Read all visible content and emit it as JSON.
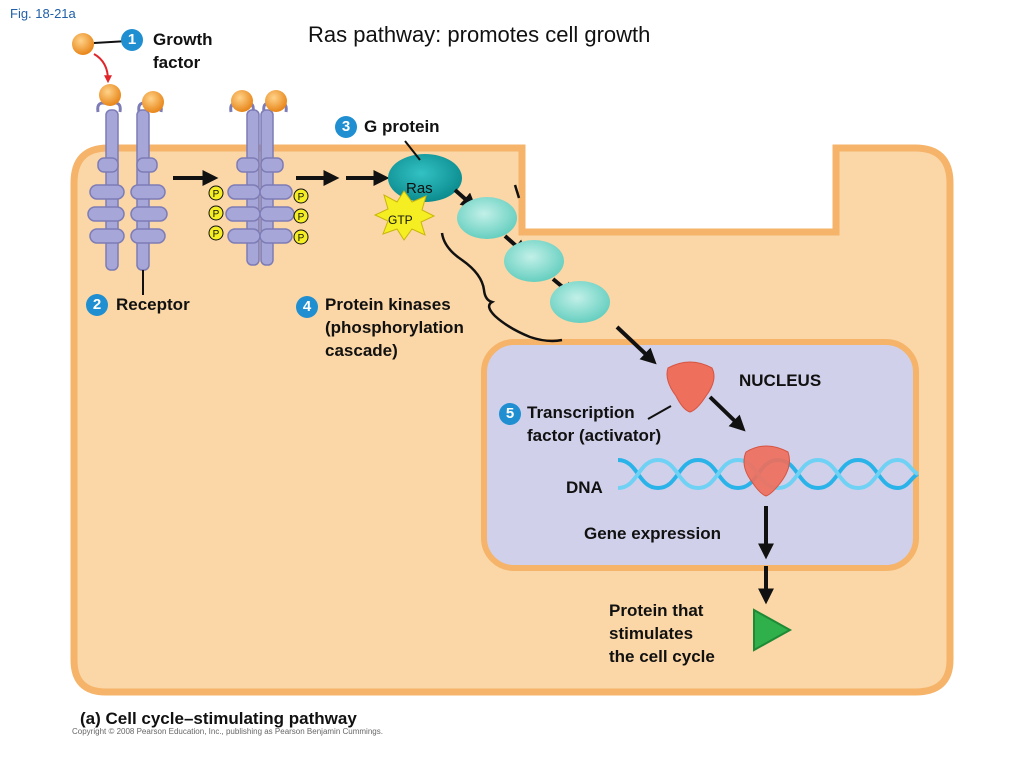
{
  "figure": {
    "fig_label": "Fig. 18-21a",
    "title": "Ras pathway: promotes cell growth",
    "caption": "(a) Cell cycle–stimulating pathway",
    "copyright": "Copyright © 2008 Pearson Education, Inc., publishing as Pearson Benjamin Cummings."
  },
  "steps": [
    {
      "number": "1",
      "line1": "Growth",
      "line2": "factor"
    },
    {
      "number": "2",
      "line1": "Receptor"
    },
    {
      "number": "3",
      "line1": "G protein"
    },
    {
      "number": "4",
      "line1": "Protein kinases",
      "line2": "(phosphorylation",
      "line3": "cascade)"
    },
    {
      "number": "5",
      "line1": "Transcription",
      "line2": "factor (activator)"
    }
  ],
  "labels": {
    "ras": "Ras",
    "gtp": "GTP",
    "phosphate": "P",
    "nucleus": "NUCLEUS",
    "dna": "DNA",
    "gene_expression": "Gene expression",
    "product_line1": "Protein that",
    "product_line2": "stimulates",
    "product_line3": "the cell cycle"
  },
  "colors": {
    "cytoplasm": "#fbd6a6",
    "membrane": "#f5b46a",
    "nucleus_fill": "#d0d0ea",
    "receptor": "#a7a6d8",
    "growth_factor": "#f39c2b",
    "ras": "#1aa3a6",
    "kinase": "#8fded3",
    "gtp_star": "#f4ee22",
    "transcription_factor": "#ee6f5c",
    "dna": "#29b3e8",
    "product": "#2fb04a",
    "step_badge": "#1f8fd1"
  }
}
